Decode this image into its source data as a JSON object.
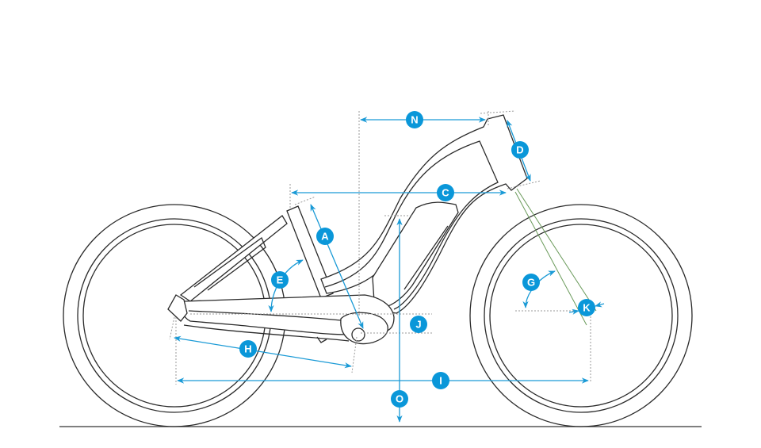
{
  "diagram": {
    "title": "Bike geometry",
    "accent_color": "#0a97d9",
    "labels": {
      "A": "A",
      "C": "C",
      "D": "D",
      "E": "E",
      "G": "G",
      "H": "H",
      "I": "I",
      "J": "J",
      "K": "K",
      "N": "N",
      "O": "O"
    }
  }
}
